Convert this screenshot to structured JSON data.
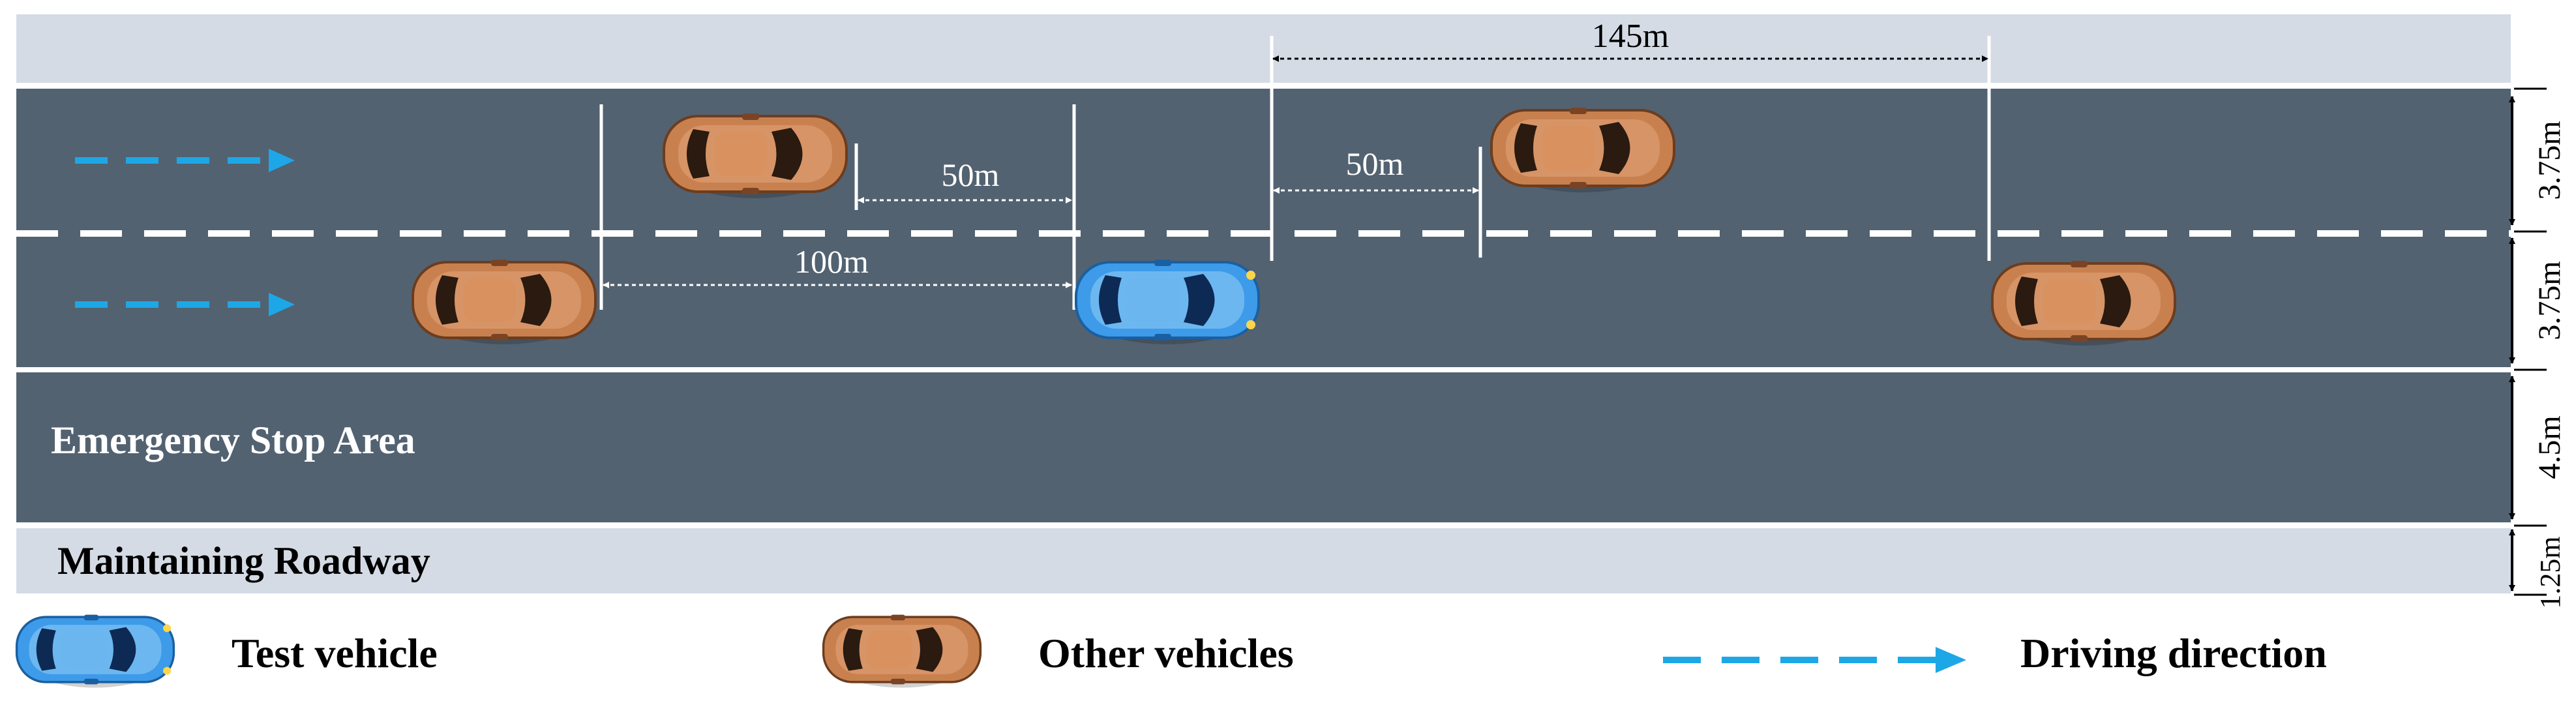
{
  "labels": {
    "emergency_area": "Emergency Stop Area",
    "maintaining_roadway": "Maintaining Roadway"
  },
  "distances": {
    "d_145": "145m",
    "d_50_left": "50m",
    "d_50_right": "50m",
    "d_100": "100m"
  },
  "lane_widths": {
    "lane1": "3.75m",
    "lane2": "3.75m",
    "emergency": "4.5m",
    "maintaining": "1.25m"
  },
  "legend": {
    "test_vehicle": "Test vehicle",
    "other_vehicles": "Other vehicles",
    "driving_direction": "Driving direction"
  },
  "colors": {
    "road": "#536271",
    "shoulder": "#d5dbe5",
    "lane_marking": "#ffffff",
    "test_vehicle": "#3d9be9",
    "other_vehicle": "#c9804f",
    "arrow": "#1ea7e6"
  }
}
